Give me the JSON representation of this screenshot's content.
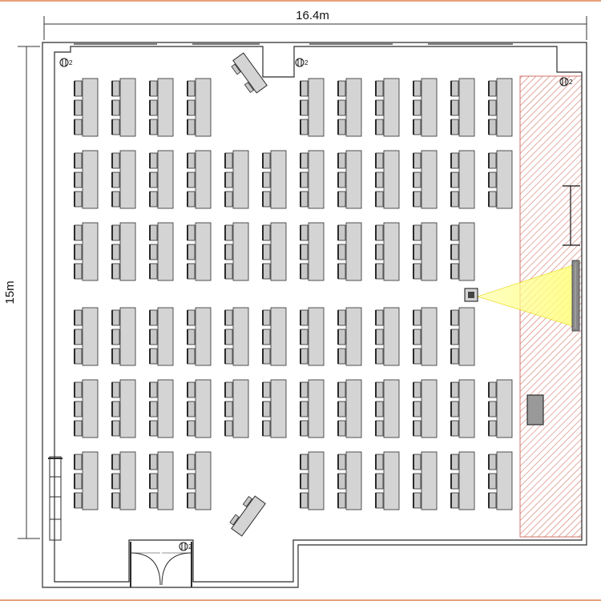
{
  "dimensions": {
    "width_label": "16.4m",
    "height_label": "15m"
  },
  "outlet_symbol_label": "2",
  "colors": {
    "wall": "#2b2b2b",
    "desk_fill": "#d4d4d4",
    "chair_fill": "#c8c8c8",
    "stage_hatch": "#c0392b",
    "projection_beam": "#ffff99",
    "projection_edge": "#e6d200",
    "screen": "#888888",
    "top_frame": "#e8a07a"
  },
  "layout": {
    "desk_rows": 6,
    "desk_columns": 12,
    "seats_per_desk": 3,
    "stage_area": "hatched",
    "door": "double-swing",
    "projector": "present",
    "lectern": "present"
  }
}
